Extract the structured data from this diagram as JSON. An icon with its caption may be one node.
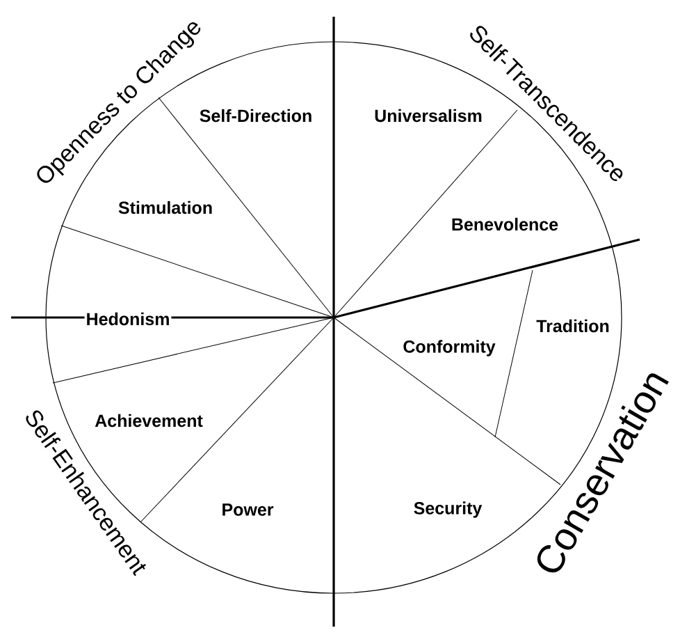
{
  "diagram": {
    "labels": [
      "Openness to Change",
      "Self-Transcendence",
      "Self-Direction",
      "Universalism",
      "Stimulation",
      "Benevolence",
      "Hedonism",
      "Tradition",
      "Conformity",
      "Achievement",
      "Power",
      "Security",
      "Self-Enhancement",
      "Conservation"
    ]
  }
}
